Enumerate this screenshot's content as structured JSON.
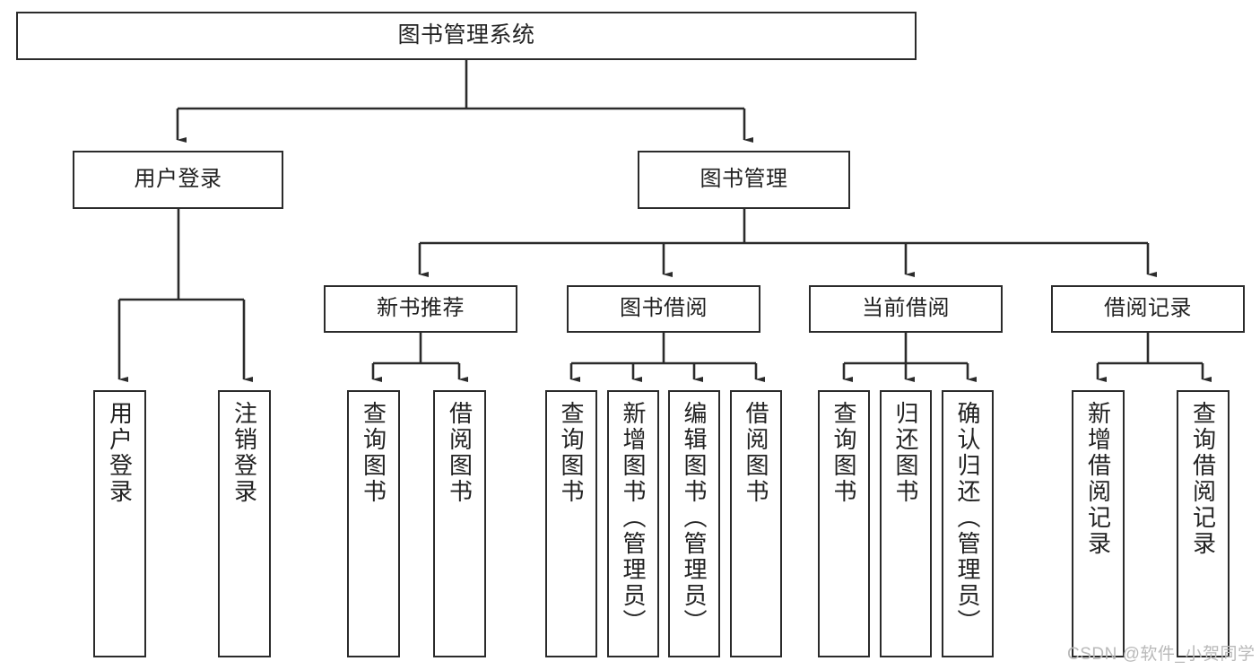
{
  "diagram": {
    "title": "图书管理系统",
    "watermark": "CSDN @软件_小贺同学",
    "style": {
      "box_border_color": "#2b2b2b",
      "box_fill_color": "#ffffff",
      "line_color": "#2b2b2b",
      "background": "#ffffff",
      "text_color": "#222222"
    },
    "root": {
      "label": "图书管理系统"
    },
    "level2": [
      {
        "label": "用户登录"
      },
      {
        "label": "图书管理"
      }
    ],
    "level3": [
      {
        "label": "新书推荐"
      },
      {
        "label": "图书借阅"
      },
      {
        "label": "当前借阅"
      },
      {
        "label": "借阅记录"
      }
    ],
    "leaves": {
      "user_login": [
        {
          "label": "用户登录"
        },
        {
          "label": "注销登录"
        }
      ],
      "new_book_recommend": [
        {
          "label": "查询图书"
        },
        {
          "label": "借阅图书"
        }
      ],
      "book_borrow": [
        {
          "label": "查询图书"
        },
        {
          "label": "新增图书（管理员）"
        },
        {
          "label": "编辑图书（管理员）"
        },
        {
          "label": "借阅图书"
        }
      ],
      "current_borrow": [
        {
          "label": "查询图书"
        },
        {
          "label": "归还图书"
        },
        {
          "label": "确认归还（管理员）"
        }
      ],
      "borrow_record": [
        {
          "label": "新增借阅记录"
        },
        {
          "label": "查询借阅记录"
        }
      ]
    }
  }
}
